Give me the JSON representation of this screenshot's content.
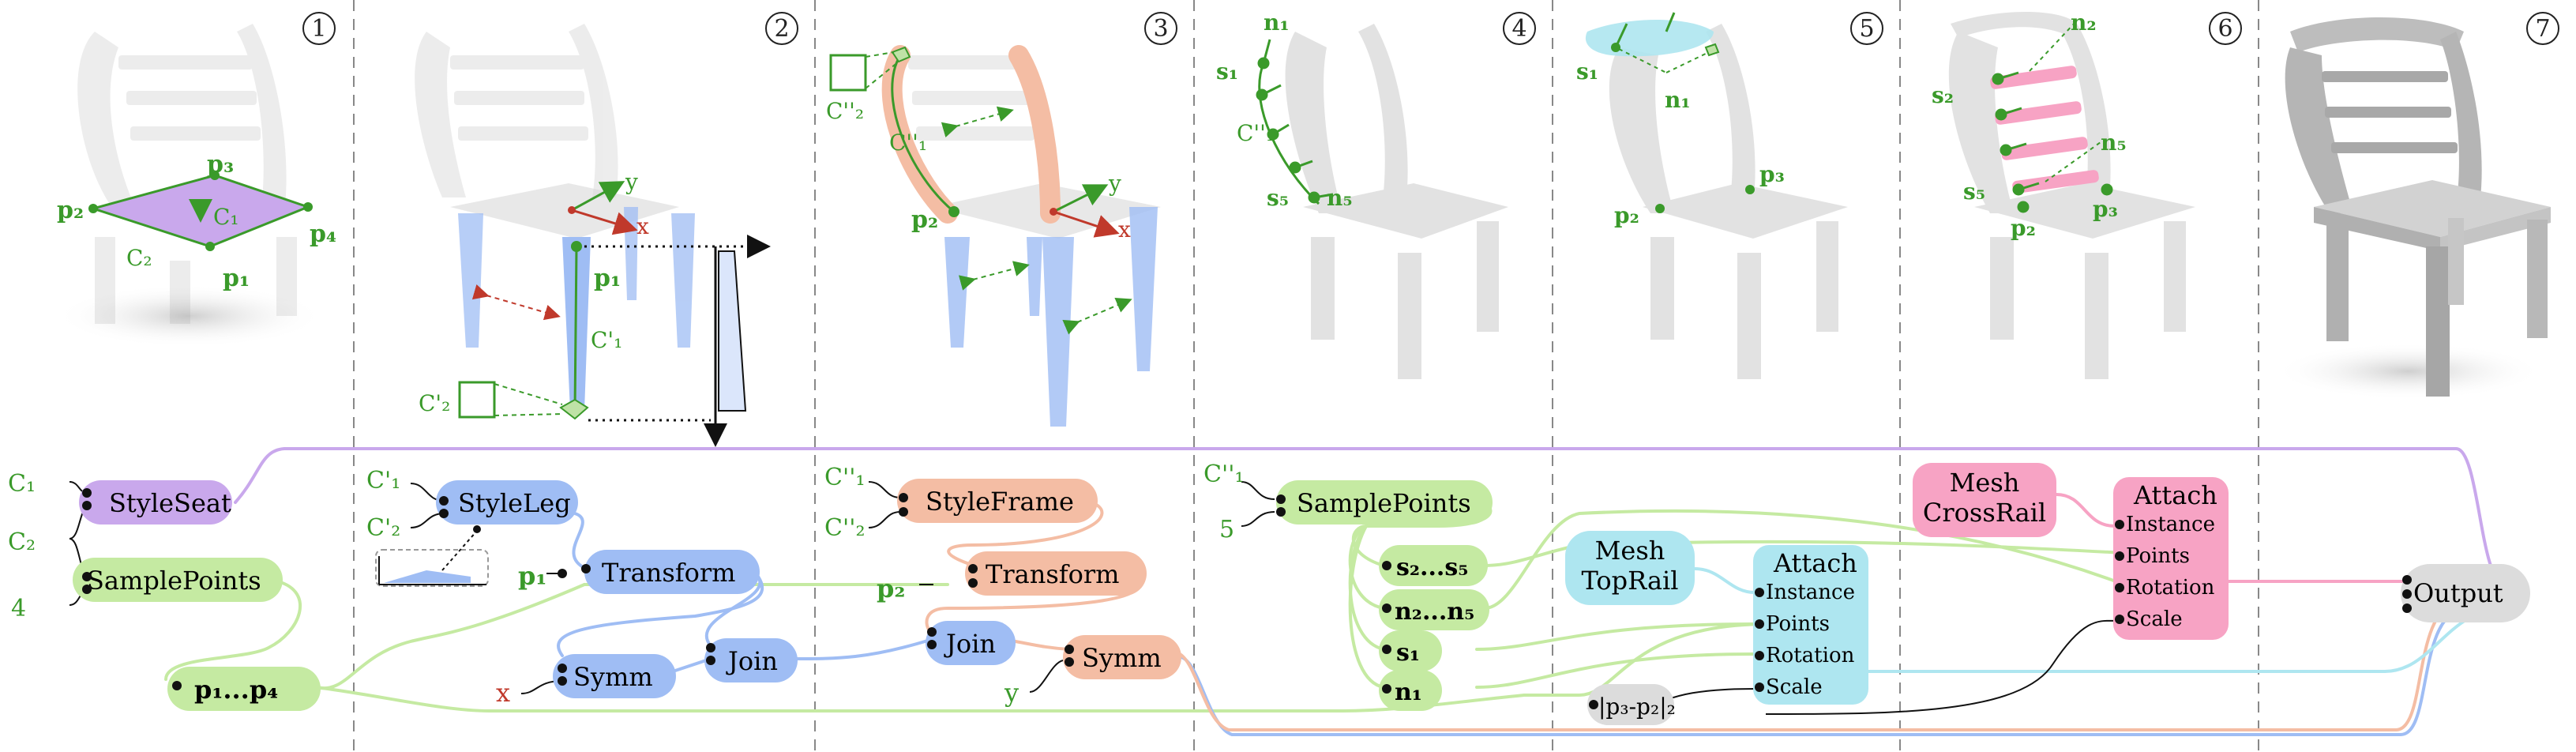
{
  "panels": [
    {
      "number": "1"
    },
    {
      "number": "2"
    },
    {
      "number": "3"
    },
    {
      "number": "4"
    },
    {
      "number": "5"
    },
    {
      "number": "6"
    },
    {
      "number": "7"
    }
  ],
  "colors": {
    "purple": "#c9a8ec",
    "purple_line": "#b493e6",
    "blue": "#9fbdf4",
    "blue_line": "#8fb0ef",
    "green": "#c5eaa2",
    "green_line": "#a8dc85",
    "orange": "#f4bda4",
    "orange_line": "#efab8e",
    "cyan": "#aee6f0",
    "cyan_line": "#9ddce8",
    "pink": "#f7a3c4",
    "pink_line": "#f27fae",
    "gray": "#dcdcdc",
    "label_green": "#3a9a2a",
    "label_red": "#c0392b"
  },
  "scene_labels": {
    "p1_panel1": "p₁",
    "p2_panel1": "p₂",
    "p3_panel1": "p₃",
    "p4_panel1": "p₄",
    "c1_panel1": "C₁",
    "c2_panel1": "C₂",
    "p1_panel2": "p₁",
    "c1p_panel2": "C'₁",
    "c2p_panel2": "C'₂",
    "x_panel2": "x",
    "y_panel2": "y",
    "c2pp_panel3": "C''₂",
    "c1pp_panel3": "C''₁",
    "p2_panel3": "p₂",
    "x_panel3": "x",
    "y_panel3": "y",
    "n1_panel4": "n₁",
    "s1_panel4": "s₁",
    "c1pp_panel4": "C''₁",
    "s5_panel4": "s₅",
    "n5_panel4": "n₅",
    "s1_panel5": "s₁",
    "n1_panel5": "n₁",
    "p2_panel5": "p₂",
    "p3_panel5": "p₃",
    "n2_panel6": "n₂",
    "s2_panel6": "s₂",
    "n5_panel6": "n₅",
    "s5_panel6": "s₅",
    "p2_panel6": "p₂",
    "p3_panel6": "p₃"
  },
  "graph": {
    "inputs": {
      "c1": "C₁",
      "c2": "C₂",
      "four": "4",
      "c1p": "C'₁",
      "c2p": "C'₂",
      "p1": "p₁",
      "x": "x",
      "c1pp": "C''₁",
      "c2pp": "C''₂",
      "p2": "p₂",
      "y": "y",
      "c1pp_b": "C''₁",
      "five": "5"
    },
    "nodes": {
      "style_seat": "StyleSeat",
      "sample_points_1": "SamplePoints",
      "p1p4": "p₁...p₄",
      "style_leg": "StyleLeg",
      "transform_1": "Transform",
      "symm_1": "Symm",
      "join_1": "Join",
      "style_frame": "StyleFrame",
      "transform_2": "Transform",
      "join_2": "Join",
      "symm_2": "Symm",
      "sample_points_2": "SamplePoints",
      "s2s5": "s₂...s₅",
      "n2n5": "n₂...n₅",
      "s1": "s₁",
      "n1": "n₁",
      "mesh_toprail_line1": "Mesh",
      "mesh_toprail_line2": "TopRail",
      "attach_1": "Attach",
      "attach_1_port1": "Instance",
      "attach_1_port2": "Points",
      "attach_1_port3": "Rotation",
      "attach_1_port4": "Scale",
      "dist": "|p₃-p₂|₂",
      "mesh_crossrail_line1": "Mesh",
      "mesh_crossrail_line2": "CrossRail",
      "attach_2": "Attach",
      "attach_2_port1": "Instance",
      "attach_2_port2": "Points",
      "attach_2_port3": "Rotation",
      "attach_2_port4": "Scale",
      "output": "Output"
    }
  }
}
